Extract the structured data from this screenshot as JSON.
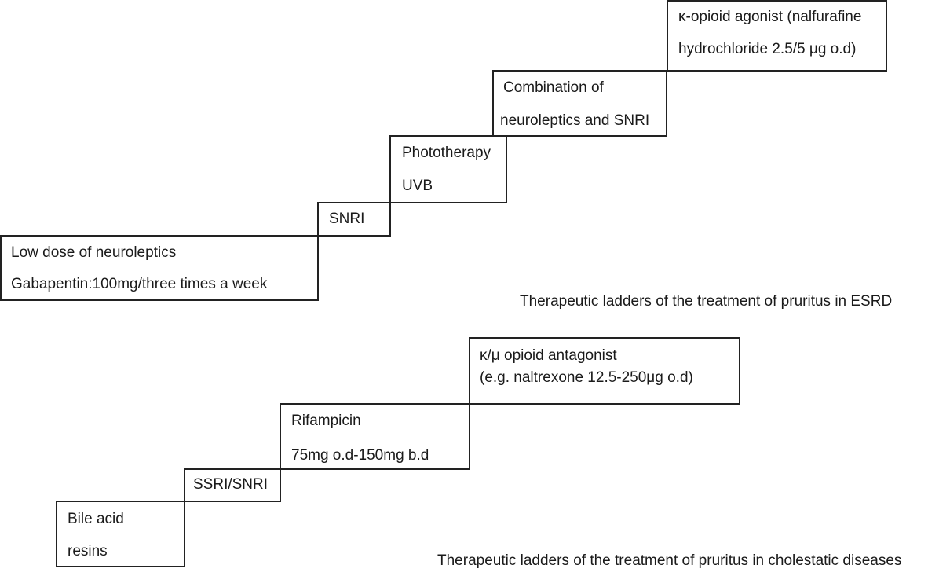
{
  "esrd": {
    "steps": [
      {
        "lines": [
          "Low dose of neuroleptics",
          "Gabapentin:100mg/three times a week"
        ]
      },
      {
        "lines": [
          "SNRI"
        ]
      },
      {
        "lines": [
          "Phototherapy",
          "UVB"
        ]
      },
      {
        "lines": [
          "Combination of",
          "neuroleptics and SNRI"
        ]
      },
      {
        "lines": [
          "κ-opioid agonist (nalfurafine",
          "hydrochloride 2.5/5 μg o.d)"
        ]
      }
    ],
    "caption": "Therapeutic ladders of the treatment of pruritus in ESRD"
  },
  "cholestatic": {
    "steps": [
      {
        "lines": [
          "Bile acid",
          "resins"
        ]
      },
      {
        "lines": [
          "SSRI/SNRI"
        ]
      },
      {
        "lines": [
          "Rifampicin",
          "75mg o.d-150mg b.d"
        ]
      },
      {
        "lines": [
          "κ/μ opioid antagonist",
          "(e.g. naltrexone 12.5-250μg o.d)"
        ]
      }
    ],
    "caption": "Therapeutic ladders of the treatment of pruritus in cholestatic diseases"
  }
}
